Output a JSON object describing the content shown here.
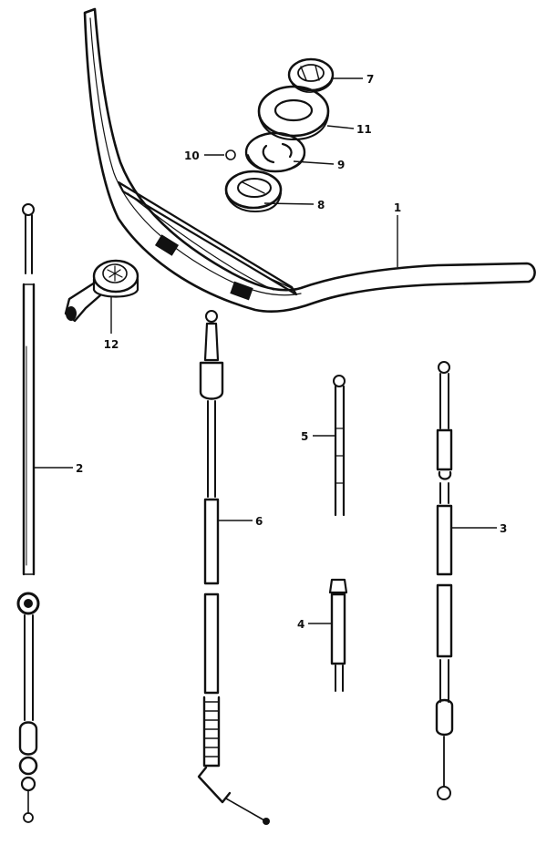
{
  "diagram": {
    "type": "exploded-parts-diagram",
    "colors": {
      "ink": "#111111",
      "background": "#ffffff"
    },
    "callouts": {
      "c1": "1",
      "c2": "2",
      "c3": "3",
      "c4": "4",
      "c5": "5",
      "c6": "6",
      "c7": "7",
      "c8": "8",
      "c9": "9",
      "c10": "10",
      "c11": "11",
      "c12": "12"
    }
  }
}
